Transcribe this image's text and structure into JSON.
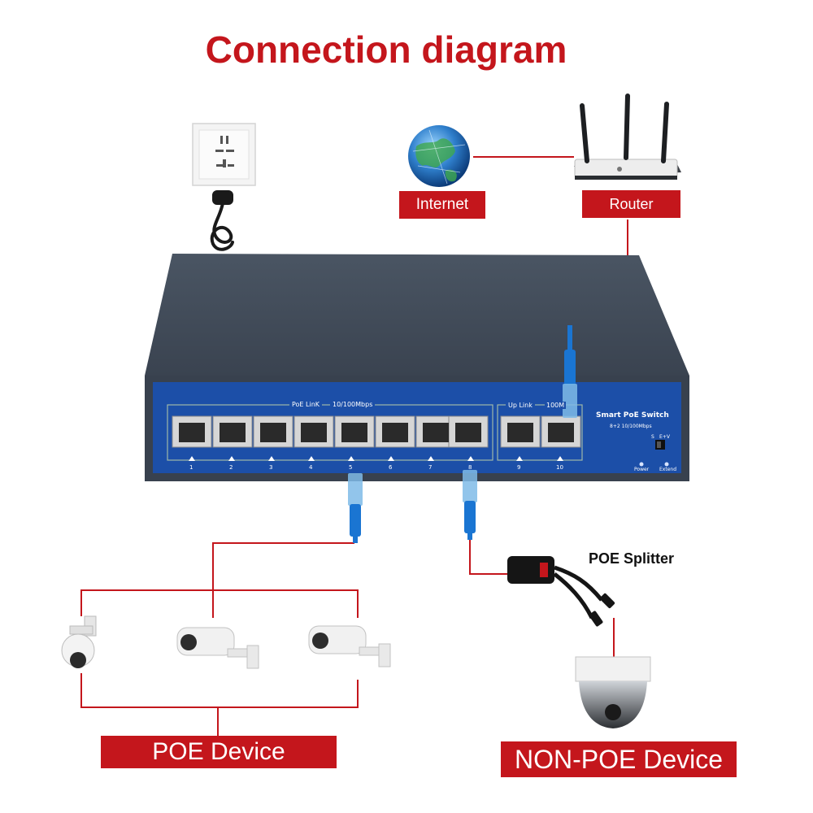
{
  "title": "Connection diagram",
  "labels": {
    "internet": "Internet",
    "router": "Router",
    "poe_splitter": "POE Splitter",
    "poe_device": "POE Device",
    "non_poe_device": "NON-POE Device"
  },
  "switch": {
    "poe_link": "PoE LinK",
    "speed_main": "10/100Mbps",
    "uplink": "Up Link",
    "uplink_speed": "100M",
    "product_name": "Smart PoE Switch",
    "product_spec": "8+2 10/100Mbps",
    "dip_s": "S",
    "dip_ev": "E+V",
    "power_led": "Power",
    "extend_led": "Extend",
    "port_numbers": [
      "1",
      "2",
      "3",
      "4",
      "5",
      "6",
      "7",
      "8",
      "9",
      "10"
    ]
  },
  "colors": {
    "accent_red": "#c4161c",
    "switch_blue": "#1c4fa8",
    "switch_body": "#3c4654",
    "cable_blue": "#1a75d2"
  }
}
